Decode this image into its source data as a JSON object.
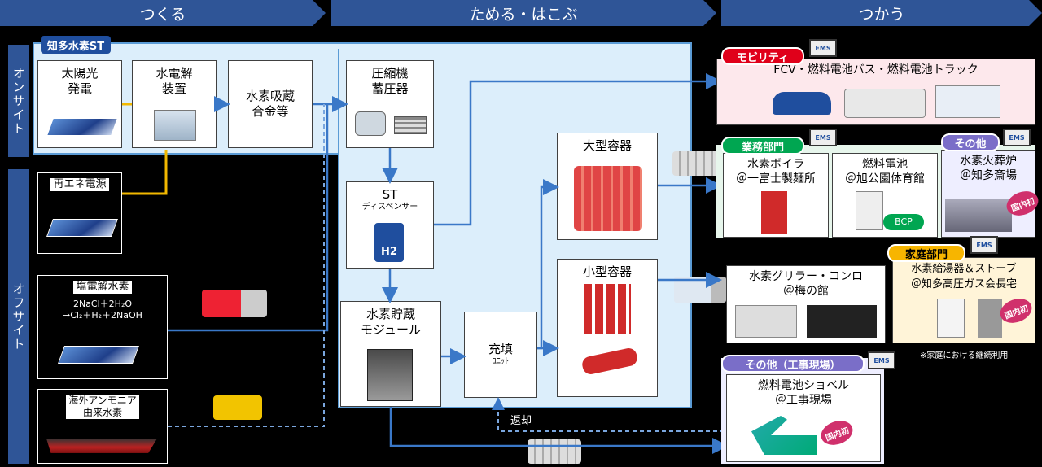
{
  "phases": {
    "tsukuru": "つくる",
    "tameru": "ためる・はこぶ",
    "tsukau": "つかう"
  },
  "sides": {
    "onsite": "オンサイト",
    "offsite": "オフサイト"
  },
  "onsite_tag": "知多水素ST",
  "boxes": {
    "solar": "太陽光\n発電",
    "electrolysis": "水電解\n装置",
    "storage_alloy": "水素吸蔵\n合金等",
    "compressor": "圧縮機\n蓄圧器",
    "st_title": "ST",
    "st_sub": "ディスペンサー",
    "h2_label": "H2",
    "module": "水素貯蔵\nモジュール",
    "filling_title": "充填",
    "filling_sub": "ﾕﾆｯﾄ",
    "large_container": "大型容器",
    "small_container": "小型容器"
  },
  "offsite": {
    "renewable": "再エネ電源",
    "salt_title": "塩電解水素",
    "salt_formula": "2NaCl＋2H₂O\n→Cl₂＋H₂＋2NaOH",
    "ammonia": "海外アンモニア\n由来水素"
  },
  "return_label": "返却",
  "ems_label": "EMS",
  "destinations": {
    "mobility_tag": "モビリティ",
    "mobility_text": "FCV・燃料電池バス・燃料電池トラック",
    "business_tag": "業務部門",
    "boiler": "水素ボイラ\n＠一富士製麺所",
    "fuelcell": "燃料電池\n＠旭公園体育館",
    "bcp": "BCP",
    "other_tag": "その他",
    "crematorium": "水素火葬炉\n＠知多斎場",
    "domestic_first": "国内初",
    "household_tag": "家庭部門",
    "griller": "水素グリラー・コンロ\n＠梅の館",
    "water_heater": "水素給湯器＆ストーブ\n＠知多高圧ガス会長宅",
    "household_note": "※家庭における継続利用",
    "construction_tag": "その他（工事現場）",
    "shovel": "燃料電池ショベル\n＠工事現場"
  },
  "colors": {
    "phase": "#2f5597",
    "onsite_bg": "#dceefb",
    "arrow": "#3a78c8",
    "yellow": "#f2b800",
    "mobility_tag": "#e0001a",
    "business_tag": "#00a651",
    "other_tag": "#7a6ec8",
    "household_tag": "#f7b500"
  }
}
